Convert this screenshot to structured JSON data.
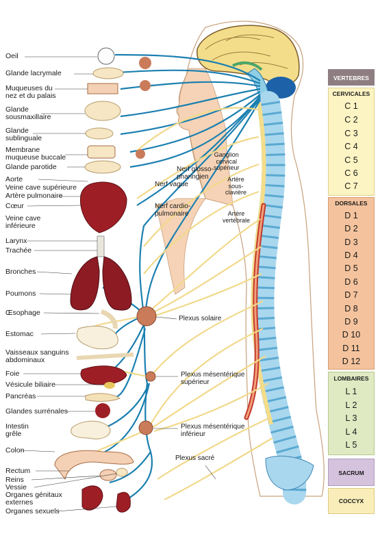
{
  "left_labels": [
    "Oeil",
    "Glande lacrymale",
    "Muqueuses du\nnez et du palais",
    "Glande\nsousmaxillaire",
    "Glande\nsublinguale",
    "Membrane\nmuqueuse buccale",
    "Glande parotide",
    "Aorte",
    "Veine cave supérieure",
    "Artère pulmonaire",
    "Cœur",
    "Veine cave\ninférieure",
    "Larynx",
    "Trachée",
    "Bronches",
    "Poumons",
    "Œsophage",
    "Estomac",
    "Vaisseaux sanguins\nabdominaux",
    "Foie",
    "Vésicule biliaire",
    "Pancréas",
    "Glandes surrénales",
    "Intestin\ngrêle",
    "Colon",
    "Rectum",
    "Reins",
    "Vessie",
    "Organes génitaux\nexternes",
    "Organes sexuels"
  ],
  "center_labels": [
    "Nerf glosso-\npharingien",
    "Nerf vague",
    "Nerf cardio-\npulmonaire",
    "Plexus solaire",
    "Plexus mésentérique\nsupérieur",
    "Plexus mésentérique\ninférieur",
    "Plexus sacré",
    "Ganglion\ncervical\nsupérieur",
    "Artère\nsous-\nclavière",
    "Artère\nvertébrale"
  ],
  "vertebrae": {
    "title": "VERTEBRES",
    "groups": [
      {
        "name": "CERVICALES",
        "items": [
          "C 1",
          "C 2",
          "C 3",
          "C 4",
          "C 5",
          "C 6",
          "C 7"
        ]
      },
      {
        "name": "DORSALES",
        "items": [
          "D 1",
          "D 2",
          "D 3",
          "D 4",
          "D 5",
          "D 6",
          "D 7",
          "D 8",
          "D 9",
          "D 10",
          "D 11",
          "D 12"
        ]
      },
      {
        "name": "LOMBAIRES",
        "items": [
          "L 1",
          "L 2",
          "L 3",
          "L 4",
          "L 5"
        ]
      },
      {
        "name": "SACRUM",
        "items": []
      },
      {
        "name": "COCCYX",
        "items": []
      }
    ]
  },
  "colors": {
    "title_bg": "#8e7e82",
    "cervical_bg": "#fdf4c3",
    "dorsal_bg": "#f4c39d",
    "lumbar_bg": "#dfe9c2",
    "sacrum_bg": "#d5c3dd",
    "coccyx_bg": "#f9edb9",
    "nerve_blue": "#1b7fb0",
    "nerve_yellow": "#f1d98a",
    "organ_red": "#9d1f25",
    "bone_blue": "#a9d7ee"
  }
}
